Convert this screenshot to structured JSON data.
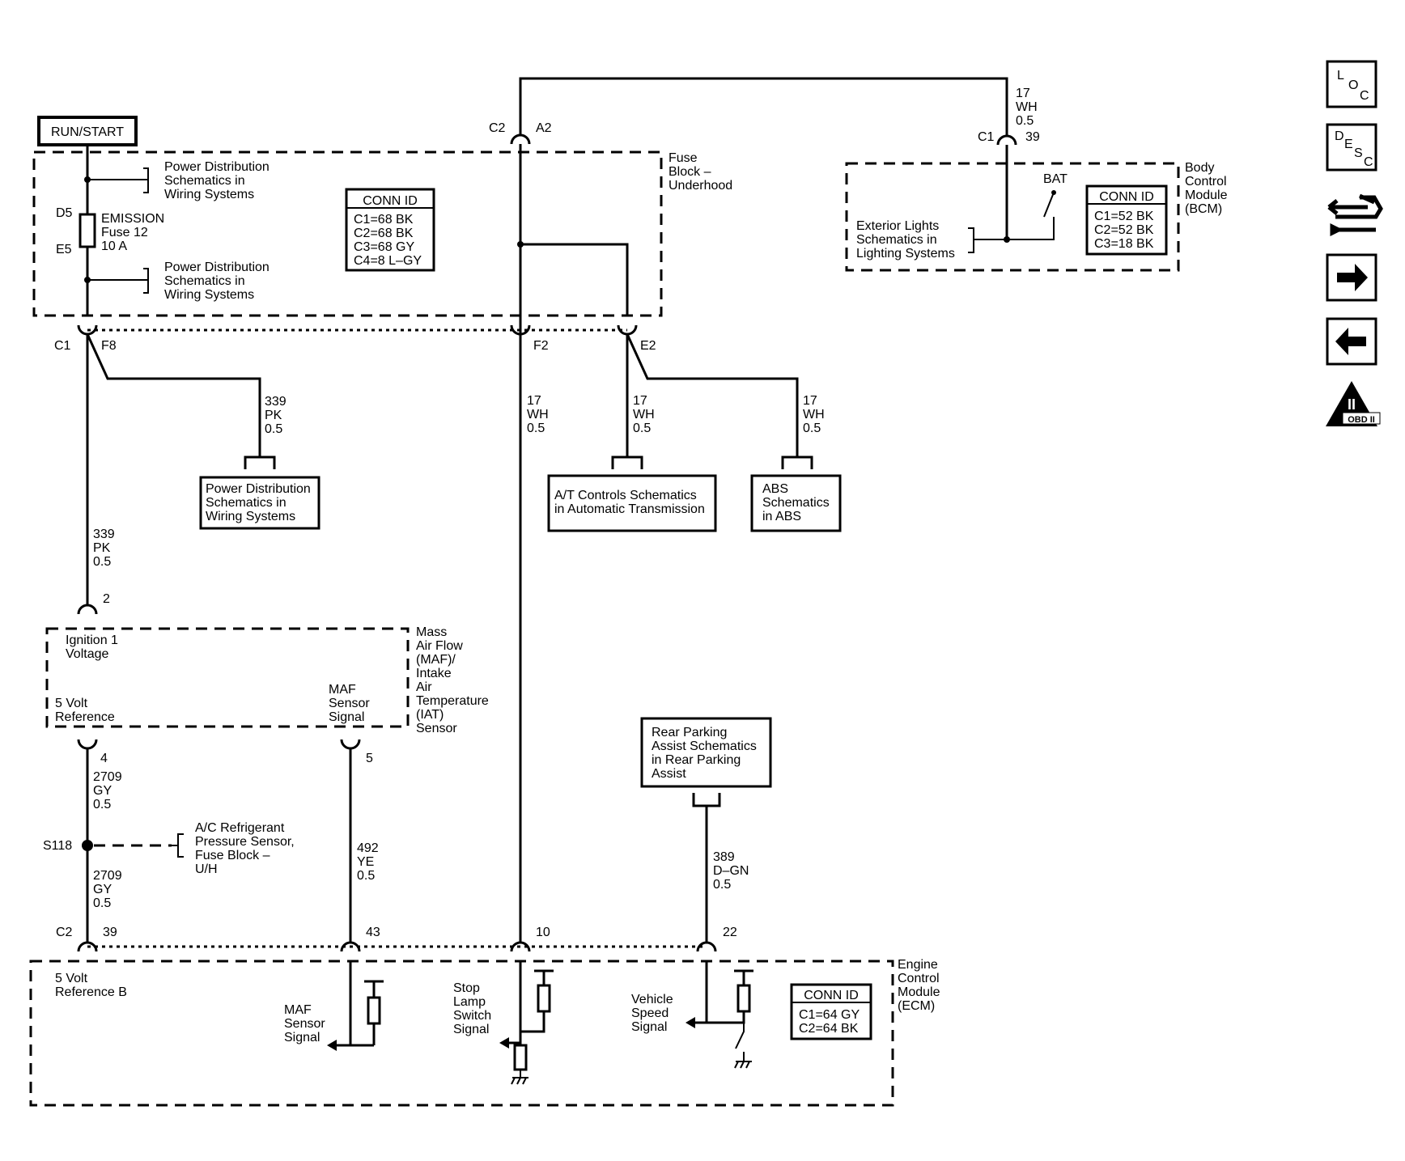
{
  "header": {
    "run_start": "RUN/START"
  },
  "fuse_block": {
    "name": [
      "Fuse",
      "Block –",
      "Underhood"
    ],
    "pd_ref_1": [
      "Power Distribution",
      "Schematics in",
      "Wiring Systems"
    ],
    "pd_ref_2": [
      "Power Distribution",
      "Schematics in",
      "Wiring Systems"
    ],
    "fuse_pin_top": "D5",
    "fuse_pin_bottom": "E5",
    "fuse_label": [
      "EMISSION",
      "Fuse 12",
      "10 A"
    ],
    "conn_id_title": "CONN ID",
    "conn_id_lines": [
      "C1=68 BK",
      "C2=68 BK",
      "C3=68 GY",
      "C4=8 L–GY"
    ],
    "top_connector": "C2",
    "top_pin": "A2",
    "bottom_connector": "C1",
    "pin_f8": "F8",
    "pin_f2": "F2",
    "pin_e2": "E2"
  },
  "bcm": {
    "name": [
      "Body",
      "Control",
      "Module",
      "(BCM)"
    ],
    "connector": "C1",
    "pin": "39",
    "wire": [
      "17",
      "WH",
      "0.5"
    ],
    "bat": "BAT",
    "ext_lights_ref": [
      "Exterior Lights",
      "Schematics in",
      "Lighting Systems"
    ],
    "conn_id_title": "CONN ID",
    "conn_id_lines": [
      "C1=52 BK",
      "C2=52 BK",
      "C3=18 BK"
    ]
  },
  "wires": {
    "pk_branch": [
      "339",
      "PK",
      "0.5"
    ],
    "pk_main": [
      "339",
      "PK",
      "0.5"
    ],
    "wh_f2": [
      "17",
      "WH",
      "0.5"
    ],
    "wh_at": [
      "17",
      "WH",
      "0.5"
    ],
    "wh_abs": [
      "17",
      "WH",
      "0.5"
    ],
    "gy_upper": [
      "2709",
      "GY",
      "0.5"
    ],
    "gy_lower": [
      "2709",
      "GY",
      "0.5"
    ],
    "ye": [
      "492",
      "YE",
      "0.5"
    ],
    "dgn": [
      "389",
      "D–GN",
      "0.5"
    ]
  },
  "references": {
    "pd_box": [
      "Power Distribution",
      "Schematics in",
      "Wiring Systems"
    ],
    "at_box": [
      "A/T Controls Schematics",
      "in Automatic Transmission"
    ],
    "abs_box": [
      "ABS",
      "Schematics",
      "in ABS"
    ],
    "rear_parking_box": [
      "Rear Parking",
      "Assist Schematics",
      "in Rear Parking",
      "Assist"
    ],
    "ac_ref": [
      "A/C Refrigerant",
      "Pressure Sensor,",
      "Fuse Block –",
      "U/H"
    ]
  },
  "maf_sensor": {
    "name": [
      "Mass",
      "Air Flow",
      "(MAF)/",
      "Intake",
      "Air",
      "Temperature",
      "(IAT)",
      "Sensor"
    ],
    "pin_2": "2",
    "pin_4": "4",
    "pin_5": "5",
    "ignition_label": [
      "Ignition 1",
      "Voltage"
    ],
    "vref_label": [
      "5 Volt",
      "Reference"
    ],
    "signal_label": [
      "MAF",
      "Sensor",
      "Signal"
    ]
  },
  "splice": {
    "name": "S118"
  },
  "ecm": {
    "name": [
      "Engine",
      "Control",
      "Module",
      "(ECM)"
    ],
    "connector": "C2",
    "pin_39": "39",
    "pin_43": "43",
    "pin_10": "10",
    "pin_22": "22",
    "vref_b": [
      "5 Volt",
      "Reference B"
    ],
    "maf_signal": [
      "MAF",
      "Sensor",
      "Signal"
    ],
    "stop_lamp": [
      "Stop",
      "Lamp",
      "Switch",
      "Signal"
    ],
    "vss": [
      "Vehicle",
      "Speed",
      "Signal"
    ],
    "conn_id_title": "CONN ID",
    "conn_id_lines": [
      "C1=64 GY",
      "C2=64 BK"
    ]
  },
  "nav": {
    "loc": [
      "L",
      "O",
      "C"
    ],
    "desc": [
      "D",
      "E",
      "S",
      "C"
    ],
    "obd_numeral": "II",
    "obd_label": "OBD II"
  }
}
